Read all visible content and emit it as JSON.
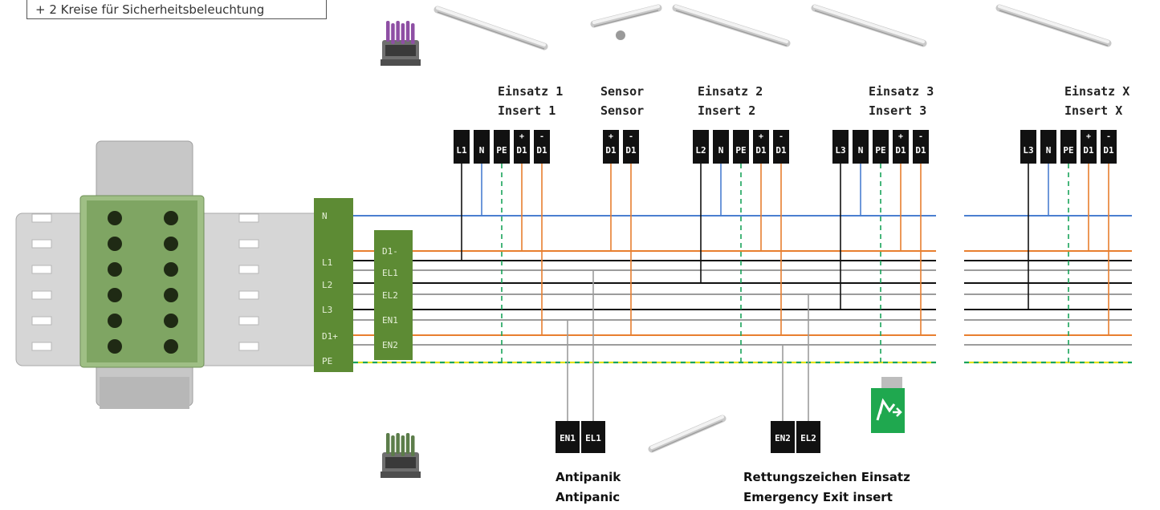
{
  "note": "+ 2 Kreise für Sicherheitsbeleuchtung",
  "colors": {
    "neutral": "#4a7fd0",
    "d_plus": "#e87f2f",
    "phase": "#111111",
    "gray": "#9c9c9c",
    "pe": "#19a35a",
    "pe_yellow": "#e3e21a",
    "terminal": "#111111",
    "bus": "#5d8b34",
    "exit_sign": "#1fa84f"
  },
  "inserts": [
    {
      "line1": "Einsatz 1",
      "line2": "Insert 1"
    },
    {
      "line1": "Sensor",
      "line2": "Sensor"
    },
    {
      "line1": "Einsatz 2",
      "line2": "Insert 2"
    },
    {
      "line1": "Einsatz 3",
      "line2": "Insert 3"
    },
    {
      "line1": "Einsatz X",
      "line2": "Insert X"
    }
  ],
  "terminal_groups": [
    [
      {
        "label": "L1"
      },
      {
        "label": "N"
      },
      {
        "label": "PE"
      },
      {
        "label": "D1",
        "sign": "+"
      },
      {
        "label": "D1",
        "sign": "-"
      }
    ],
    [
      {
        "label": "D1",
        "sign": "+"
      },
      {
        "label": "D1",
        "sign": "-"
      }
    ],
    [
      {
        "label": "L2"
      },
      {
        "label": "N"
      },
      {
        "label": "PE"
      },
      {
        "label": "D1",
        "sign": "+"
      },
      {
        "label": "D1",
        "sign": "-"
      }
    ],
    [
      {
        "label": "L3"
      },
      {
        "label": "N"
      },
      {
        "label": "PE"
      },
      {
        "label": "D1",
        "sign": "+"
      },
      {
        "label": "D1",
        "sign": "-"
      }
    ],
    [
      {
        "label": "L3"
      },
      {
        "label": "N"
      },
      {
        "label": "PE"
      },
      {
        "label": "D1",
        "sign": "+"
      },
      {
        "label": "D1",
        "sign": "-"
      }
    ]
  ],
  "bus_main": [
    "N",
    "L1",
    "L2",
    "L3",
    "D1+",
    "PE"
  ],
  "bus_aux": [
    "D1-",
    "EL1",
    "EL2",
    "EN1",
    "EN2"
  ],
  "bottom_terminals": [
    [
      {
        "label": "EN1"
      },
      {
        "label": "EL1"
      }
    ],
    [
      {
        "label": "EN2"
      },
      {
        "label": "EL2"
      }
    ]
  ],
  "bottom_captions": [
    {
      "line1": "Antipanik",
      "line2": "Antipanic"
    },
    {
      "line1": "Rettungszeichen Einsatz",
      "line2": "Emergency Exit insert"
    }
  ]
}
